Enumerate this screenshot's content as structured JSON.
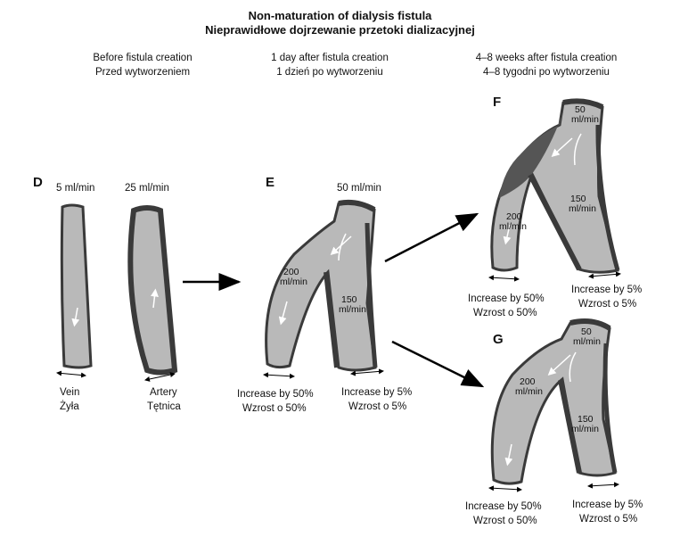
{
  "title": {
    "line1": "Non-maturation of dialysis fistula",
    "line2": "Nieprawidłowe dojrzewanie przetoki dializacyjnej"
  },
  "columns": {
    "before": {
      "en": "Before fistula creation",
      "pl": "Przed wytworzeniem"
    },
    "day1": {
      "en": "1 day after fistula creation",
      "pl": "1 dzień po wytworzeniu"
    },
    "weeks": {
      "en": "4–8 weeks after fistula creation",
      "pl": "4–8 tygodni po wytworzeniu"
    }
  },
  "panels": {
    "D": {
      "label": "D",
      "vein_flow": "5 ml/min",
      "artery_flow": "25 ml/min",
      "vein_en": "Vein",
      "vein_pl": "Żyła",
      "artery_en": "Artery",
      "artery_pl": "Tętnica"
    },
    "E": {
      "label": "E",
      "top_flow": "50 ml/min",
      "vein_flow_1": "200",
      "vein_flow_2": "ml/min",
      "artery_flow_1": "150",
      "artery_flow_2": "ml/min",
      "vein_change_en": "Increase by 50%",
      "vein_change_pl": "Wzrost o 50%",
      "artery_change_en": "Increase by 5%",
      "artery_change_pl": "Wzrost o 5%"
    },
    "F": {
      "label": "F",
      "top_flow_1": "50",
      "top_flow_2": "ml/min",
      "vein_flow_1": "200",
      "vein_flow_2": "ml/min",
      "artery_flow_1": "150",
      "artery_flow_2": "ml/min",
      "vein_change_en": "Increase by 50%",
      "vein_change_pl": "Wzrost o 50%",
      "artery_change_en": "Increase by 5%",
      "artery_change_pl": "Wzrost o 5%"
    },
    "G": {
      "label": "G",
      "top_flow_1": "50",
      "top_flow_2": "ml/min",
      "vein_flow_1": "200",
      "vein_flow_2": "ml/min",
      "artery_flow_1": "150",
      "artery_flow_2": "ml/min",
      "vein_change_en": "Increase by 50%",
      "vein_change_pl": "Wzrost o 50%",
      "artery_change_en": "Increase by 5%",
      "artery_change_pl": "Wzrost o 5%"
    }
  },
  "colors": {
    "vessel_fill": "#b9b9b9",
    "vessel_wall": "#3a3a3a",
    "stenosis": "#555555",
    "arrow": "#000000"
  }
}
